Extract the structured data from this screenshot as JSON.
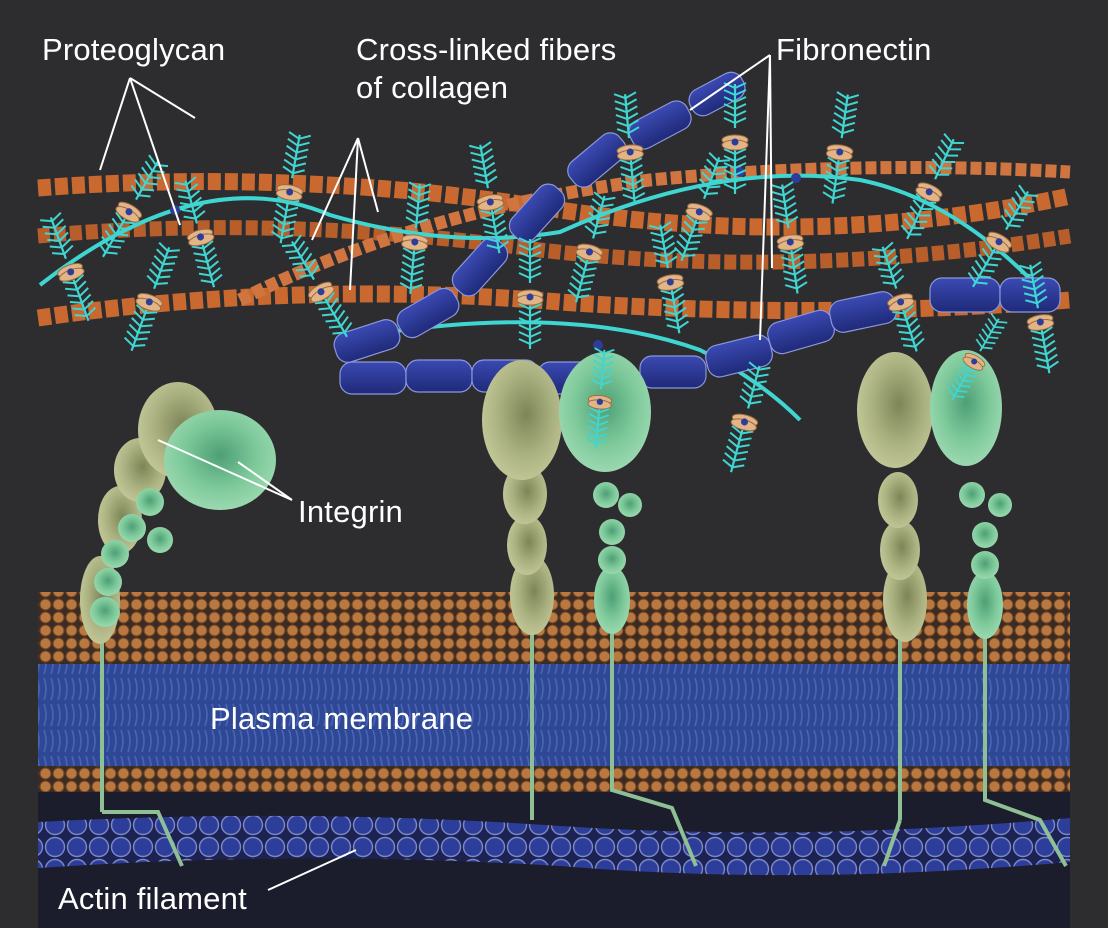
{
  "labels": {
    "proteoglycan": "Proteoglycan",
    "collagen_line1": "Cross-linked fibers",
    "collagen_line2": "of collagen",
    "fibronectin": "Fibronectin",
    "integrin": "Integrin",
    "plasma_membrane": "Plasma membrane",
    "actin_filament": "Actin filament"
  },
  "colors": {
    "background": "#2d2d2f",
    "collagen": "#c9682f",
    "fibronectin": "#2e3d99",
    "proteoglycan": "#3fd6d2",
    "proteoglycan_core": "#e2b486",
    "integrin_alpha": "#a9b07f",
    "integrin_beta": "#7dc99a",
    "membrane_head": "#b9783f",
    "membrane_tail": "#2f4895",
    "actin": "#26348a",
    "label_text": "#ffffff"
  }
}
